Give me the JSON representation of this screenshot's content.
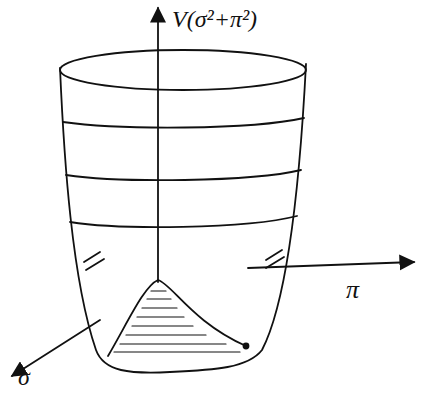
{
  "diagram": {
    "labels": [
      "V(σ²+π²)",
      "π",
      "σ"
    ]
  }
}
